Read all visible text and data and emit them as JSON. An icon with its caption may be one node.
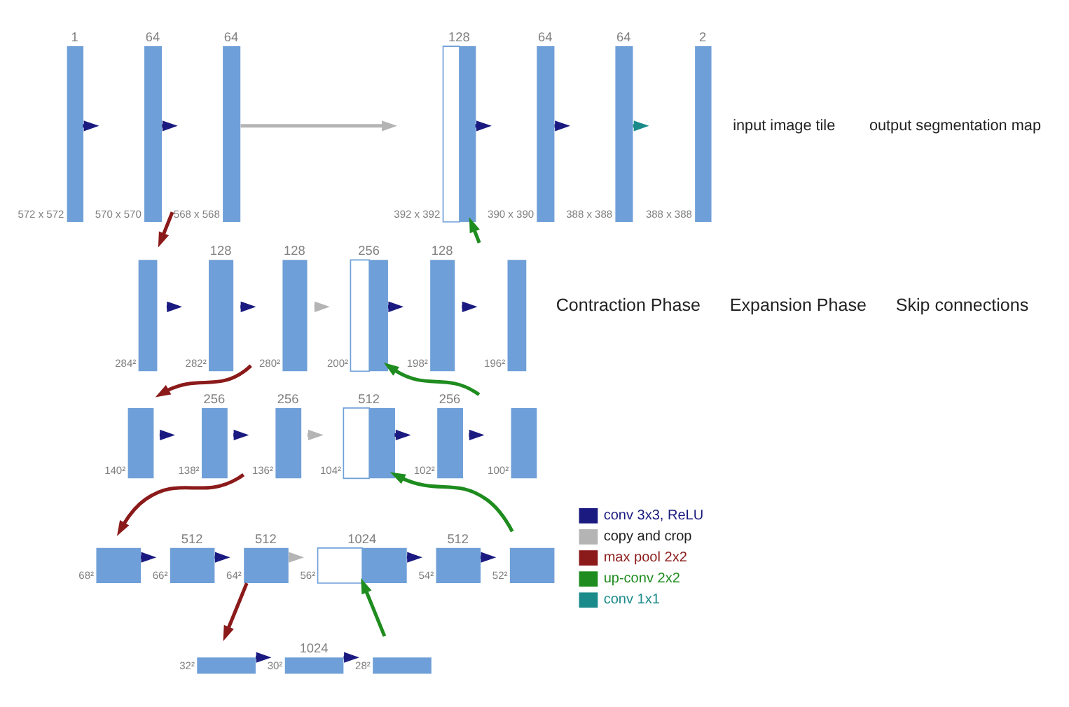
{
  "diagram": {
    "nodes": [
      {
        "text": [
          "1"
        ],
        "beside": [
          "572 x 572"
        ]
      },
      {
        "text": [
          "64"
        ],
        "beside": [
          "570 x 570"
        ]
      },
      {
        "text": [
          "64"
        ],
        "beside": [
          "568 x 568"
        ]
      },
      {
        "text": [],
        "shape": "bar",
        "beside": [
          "284²"
        ]
      },
      {
        "text": [
          "128"
        ],
        "beside": [
          "282²"
        ]
      },
      {
        "text": [
          "128"
        ],
        "beside": [
          "280²"
        ]
      },
      {
        "text": [],
        "shape": "bar",
        "beside": [
          "140²"
        ]
      },
      {
        "text": [
          "256"
        ],
        "beside": [
          "138²"
        ]
      },
      {
        "text": [
          "256"
        ],
        "beside": [
          "136²"
        ]
      },
      {
        "text": [],
        "shape": "bar",
        "beside": [
          "68²"
        ]
      },
      {
        "text": [
          "512"
        ],
        "beside": [
          "66²"
        ]
      },
      {
        "text": [
          "512"
        ],
        "beside": [
          "64²"
        ]
      },
      {
        "text": [],
        "shape": "bar",
        "beside": [
          "32²"
        ]
      },
      {
        "text": [
          "1024"
        ],
        "beside": [
          "30²"
        ]
      },
      {
        "text": [],
        "shape": "bar",
        "beside": [
          "28²"
        ]
      },
      {
        "text": [
          "1024"
        ],
        "beside": [
          "56²"
        ]
      },
      {
        "text": [
          "512"
        ],
        "beside": [
          "54²"
        ]
      },
      {
        "text": [],
        "shape": "bar",
        "beside": [
          "52²"
        ]
      },
      {
        "text": [
          "512"
        ],
        "beside": [
          "104²"
        ]
      },
      {
        "text": [
          "256"
        ],
        "beside": [
          "102²"
        ]
      },
      {
        "text": [],
        "shape": "bar",
        "beside": [
          "100²"
        ]
      },
      {
        "text": [
          "256"
        ],
        "beside": [
          "200²"
        ]
      },
      {
        "text": [
          "128"
        ],
        "beside": [
          "198²"
        ]
      },
      {
        "text": [],
        "shape": "bar",
        "beside": [
          "196²"
        ]
      },
      {
        "text": [
          "128"
        ],
        "beside": [
          "392 x 392"
        ]
      },
      {
        "text": [
          "64"
        ],
        "beside": [
          "390 x 390"
        ]
      },
      {
        "text": [
          "64"
        ],
        "beside": [
          "388 x 388"
        ]
      },
      {
        "text": [
          "2"
        ],
        "beside": [
          "388 x 388"
        ]
      }
    ],
    "edges": [
      {
        "from": 0,
        "to": 1,
        "arrow": "to"
      },
      {
        "from": 1,
        "to": 2,
        "arrow": "to"
      },
      {
        "from": 2,
        "to": 3,
        "arrow": "to",
        "color": "#8b1a1a"
      },
      {
        "from": 3,
        "to": 4,
        "arrow": "to"
      },
      {
        "from": 4,
        "to": 5,
        "arrow": "to"
      },
      {
        "from": 5,
        "to": 6,
        "arrow": "to",
        "color": "#8b1a1a"
      },
      {
        "from": 6,
        "to": 7,
        "arrow": "to"
      },
      {
        "from": 7,
        "to": 8,
        "arrow": "to"
      },
      {
        "from": 8,
        "to": 9,
        "arrow": "to",
        "color": "#8b1a1a"
      },
      {
        "from": 9,
        "to": 10,
        "arrow": "to"
      },
      {
        "from": 10,
        "to": 11,
        "arrow": "to"
      },
      {
        "from": 11,
        "to": 12,
        "arrow": "to",
        "color": "#8b1a1a"
      },
      {
        "from": 12,
        "to": 13,
        "arrow": "to"
      },
      {
        "from": 13,
        "to": 14,
        "arrow": "to"
      },
      {
        "from": 14,
        "to": 15,
        "arrow": "to",
        "color": "#1e8c1e"
      },
      {
        "from": 11,
        "to": 15,
        "arrow": "to",
        "color": "#b4b4b4"
      },
      {
        "from": 15,
        "to": 16,
        "arrow": "to"
      },
      {
        "from": 16,
        "to": 17,
        "arrow": "to"
      },
      {
        "from": 17,
        "to": 18,
        "arrow": "to",
        "color": "#1e8c1e"
      },
      {
        "from": 8,
        "to": 18,
        "arrow": "to",
        "color": "#b4b4b4"
      },
      {
        "from": 18,
        "to": 19,
        "arrow": "to"
      },
      {
        "from": 19,
        "to": 20,
        "arrow": "to"
      },
      {
        "from": 20,
        "to": 21,
        "arrow": "to",
        "color": "#1e8c1e"
      },
      {
        "from": 5,
        "to": 21,
        "arrow": "to",
        "color": "#b4b4b4"
      },
      {
        "from": 21,
        "to": 22,
        "arrow": "to"
      },
      {
        "from": 22,
        "to": 23,
        "arrow": "to"
      },
      {
        "from": 23,
        "to": 24,
        "arrow": "to",
        "color": "#1e8c1e"
      },
      {
        "from": 2,
        "to": 24,
        "arrow": "to",
        "color": "#b4b4b4"
      },
      {
        "from": 24,
        "to": 25,
        "arrow": "to"
      },
      {
        "from": 25,
        "to": 26,
        "arrow": "to"
      },
      {
        "from": 26,
        "to": 27,
        "arrow": "to",
        "color": "#1a8a8a"
      }
    ],
    "labels": [
      "input image tile",
      "Contraction Phase",
      "Expansion Phase",
      "Skip connections",
      "output segmentation map"
    ],
    "legend": [
      {
        "text": "conv 3x3, ReLU"
      },
      {
        "text": "copy and crop"
      },
      {
        "text": "max pool 2x2"
      },
      {
        "text": "up-conv 2x2"
      },
      {
        "text": "conv 1x1"
      }
    ]
  }
}
